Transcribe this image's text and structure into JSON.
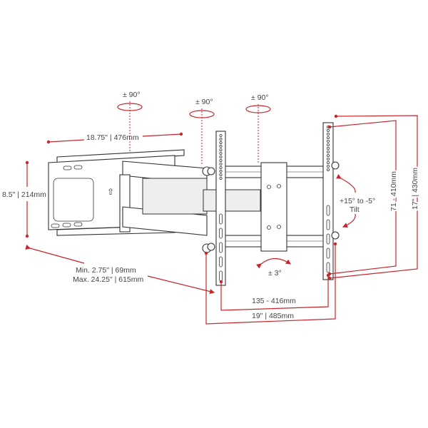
{
  "rotation_labels": [
    "± 90°",
    "± 90°",
    "± 90°"
  ],
  "dimensions": {
    "width": "18.75\" | 476mm",
    "height": "8.5\" | 214mm",
    "extension_min": "Min.  2.75\" | 69mm",
    "extension_max": "Max.  24.25\" | 615mm",
    "vesa_horizontal": "135 - 416mm",
    "bracket_width": "19\" | 485mm",
    "vesa_vertical": "71 - 410mm",
    "bracket_height": "17\" | 430mm"
  },
  "tilt": {
    "range": "+15° to -5°",
    "label": "Tilt"
  },
  "swivel_level": "± 3°",
  "colors": {
    "accent": "#c8252c",
    "line": "#333333"
  }
}
